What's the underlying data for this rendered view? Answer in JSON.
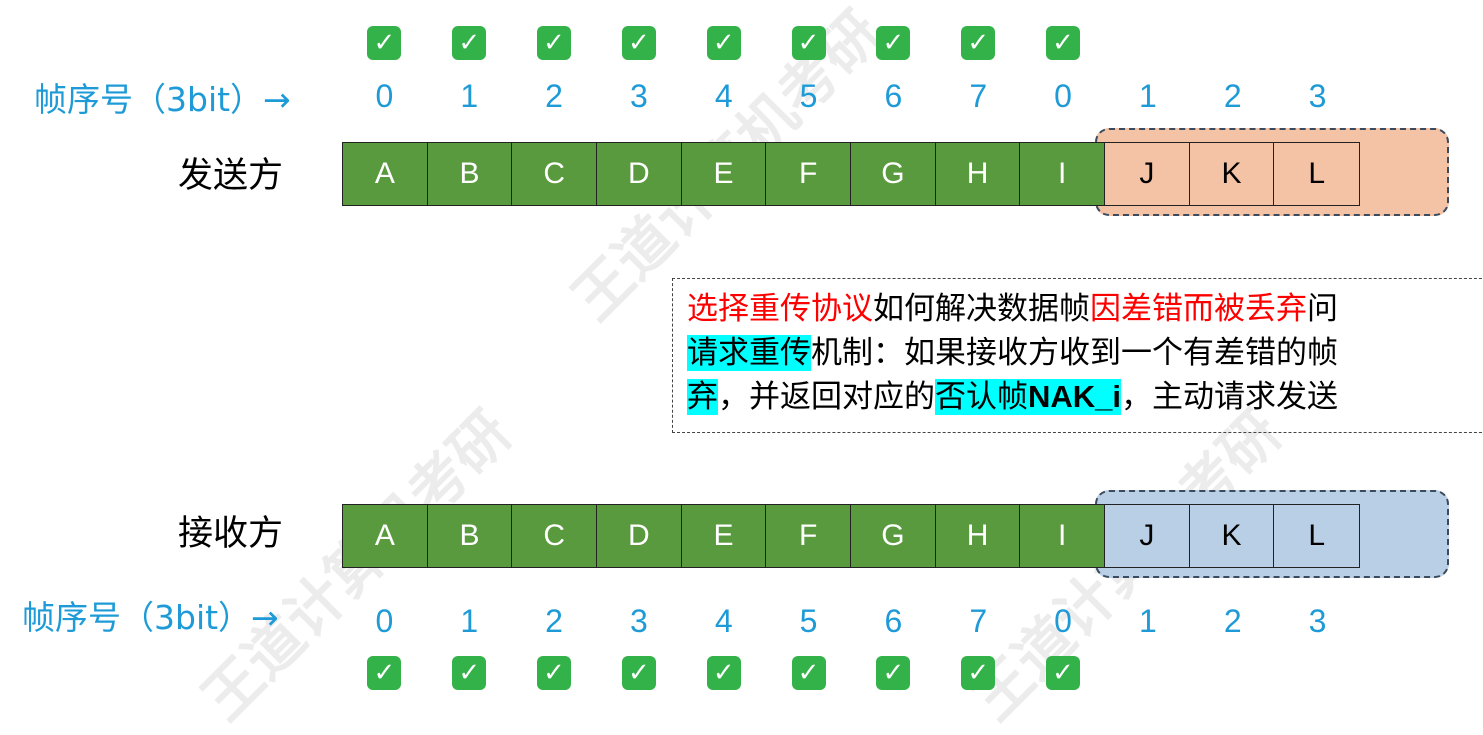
{
  "seq_label": "帧序号（3bit）→",
  "sender_label": "发送方",
  "receiver_label": "接收方",
  "seq_numbers": [
    "0",
    "1",
    "2",
    "3",
    "4",
    "5",
    "6",
    "7",
    "0",
    "1",
    "2",
    "3"
  ],
  "check_symbol": "✓",
  "check_count": 9,
  "frames": [
    "A",
    "B",
    "C",
    "D",
    "E",
    "F",
    "G",
    "H",
    "I",
    "J",
    "K",
    "L"
  ],
  "acked_frame_count": 9,
  "colors": {
    "seq_blue": "#1e9bd7",
    "frame_green": "#5a9a3e",
    "check_green": "#33b249",
    "sender_window": "#f4c2a4",
    "receiver_window": "#b9cfe6",
    "highlight_red": "#ff0000",
    "highlight_cyan": "#00ffff"
  },
  "note": {
    "line1": {
      "red1": "选择重传协议",
      "mid": "如何解决数据帧",
      "red2": "因差错而被丢弃",
      "tail": "问"
    },
    "line2": {
      "hl": "请求重传",
      "rest": "机制：如果接收方收到一个有差错的帧"
    },
    "line3": {
      "hl1": "弃",
      "mid": "，并返回对应的",
      "hl2": "否认帧",
      "bold": "NAK_i",
      "tail": "，主动请求发送"
    }
  },
  "watermark": "王道计算机考研"
}
